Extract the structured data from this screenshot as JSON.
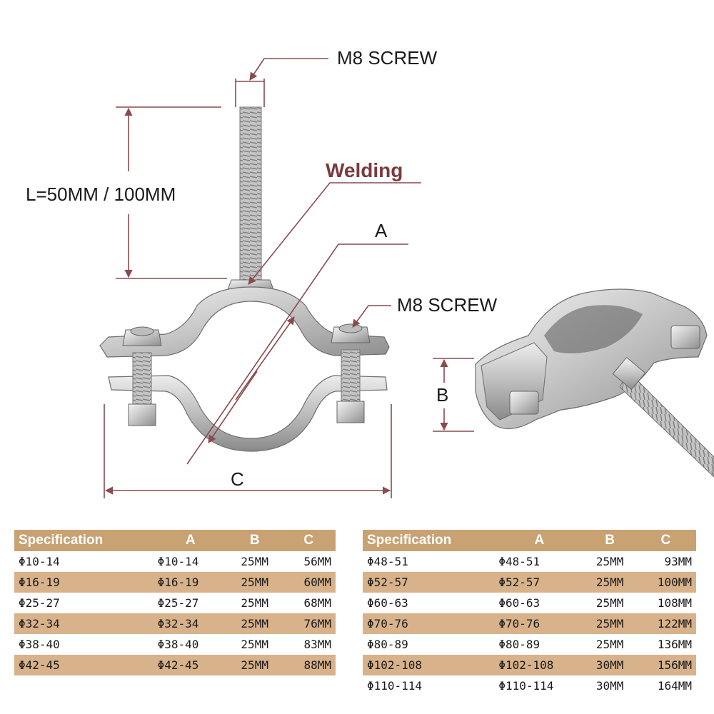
{
  "labels": {
    "top_screw": "M8 SCREW",
    "length": "L=50MM / 100MM",
    "welding": "Welding",
    "dim_a": "A",
    "side_screw": "M8 SCREW",
    "dim_b": "B",
    "dim_c": "C"
  },
  "colors": {
    "dimension_line": "#8a4a4e",
    "welding_text": "#7a3b3e",
    "table_header": "#c9a273",
    "table_stripe": "#d7b28a"
  },
  "table_left": {
    "headers": [
      "Specification",
      "A",
      "B",
      "C"
    ],
    "rows": [
      [
        "Φ10-14",
        "Φ10-14",
        "25MM",
        "56MM"
      ],
      [
        "Φ16-19",
        "Φ16-19",
        "25MM",
        "60MM"
      ],
      [
        "Φ25-27",
        "Φ25-27",
        "25MM",
        "68MM"
      ],
      [
        "Φ32-34",
        "Φ32-34",
        "25MM",
        "76MM"
      ],
      [
        "Φ38-40",
        "Φ38-40",
        "25MM",
        "83MM"
      ],
      [
        "Φ42-45",
        "Φ42-45",
        "25MM",
        "88MM"
      ]
    ]
  },
  "table_right": {
    "headers": [
      "Specification",
      "A",
      "B",
      "C"
    ],
    "rows": [
      [
        "Φ48-51",
        "Φ48-51",
        "25MM",
        "93MM"
      ],
      [
        "Φ52-57",
        "Φ52-57",
        "25MM",
        "100MM"
      ],
      [
        "Φ60-63",
        "Φ60-63",
        "25MM",
        "108MM"
      ],
      [
        "Φ70-76",
        "Φ70-76",
        "25MM",
        "122MM"
      ],
      [
        "Φ80-89",
        "Φ80-89",
        "25MM",
        "136MM"
      ],
      [
        "Φ102-108",
        "Φ102-108",
        "30MM",
        "156MM"
      ],
      [
        "Φ110-114",
        "Φ110-114",
        "30MM",
        "164MM"
      ]
    ]
  }
}
